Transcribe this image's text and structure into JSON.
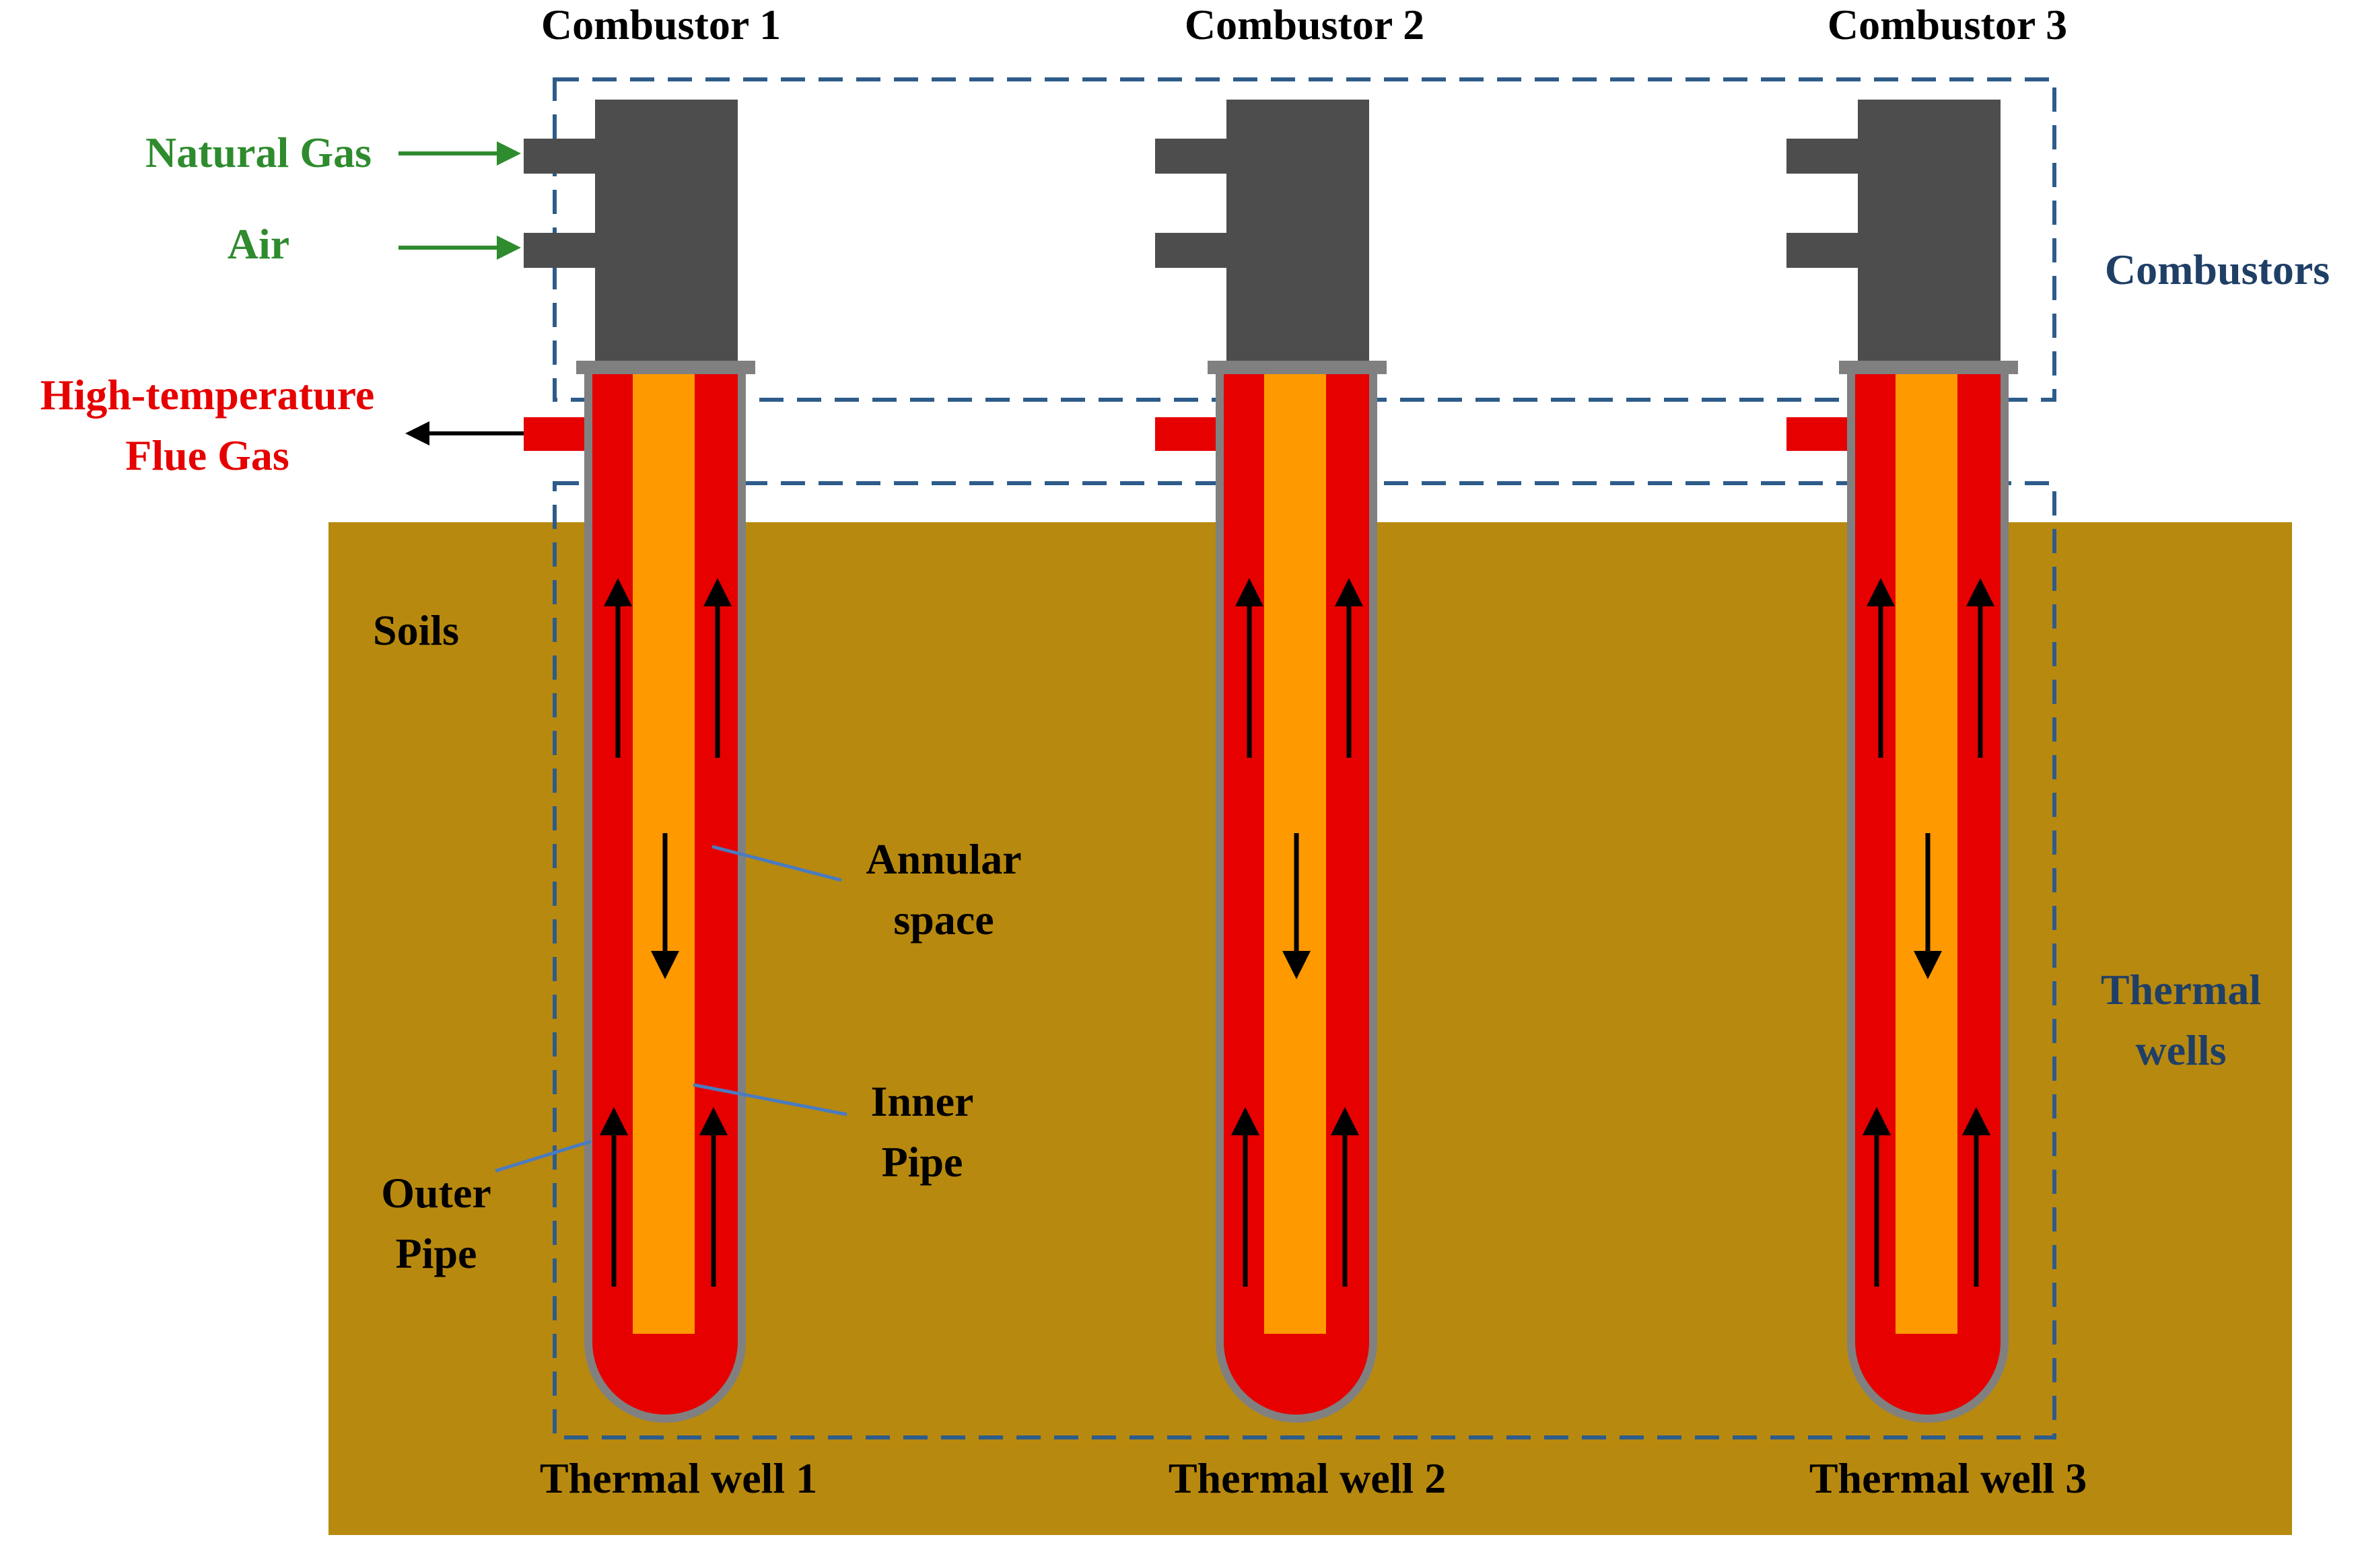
{
  "combustors": [
    {
      "label": "Combustor 1"
    },
    {
      "label": "Combustor 2"
    },
    {
      "label": "Combustor 3"
    }
  ],
  "wells": [
    {
      "label": "Thermal well 1"
    },
    {
      "label": "Thermal well 2"
    },
    {
      "label": "Thermal well 3"
    }
  ],
  "inputs": {
    "natural_gas": "Natural Gas",
    "air": "Air"
  },
  "outputs": {
    "flue_gas_line1": "High-temperature",
    "flue_gas_line2": "Flue Gas"
  },
  "groups": {
    "combustors": "Combustors",
    "thermal_wells_line1": "Thermal",
    "thermal_wells_line2": "wells"
  },
  "annotations": {
    "soils": "Soils",
    "annular_line1": "Annular",
    "annular_line2": "space",
    "inner_line1": "Inner",
    "inner_line2": "Pipe",
    "outer_line1": "Outer",
    "outer_line2": "Pipe"
  },
  "colors": {
    "soil": "#B8890F",
    "combustor": "#4D4D4D",
    "pipe_wall": "#808080",
    "hot_gas": "#E60000",
    "inner_pipe": "#FF9900",
    "dashed_box": "#2E5C8A",
    "input_green": "#2E8B2E",
    "output_red": "#E60000",
    "group_blue": "#1F3F66",
    "leader_blue": "#4A7BBF"
  }
}
